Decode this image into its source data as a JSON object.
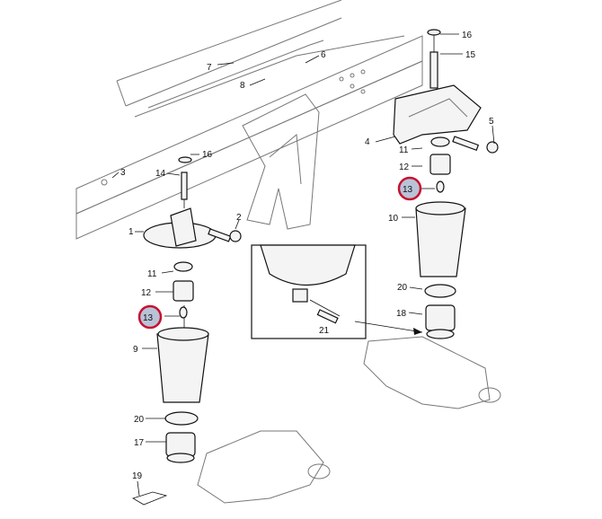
{
  "diagram": {
    "callouts": [
      {
        "id": "c1",
        "text": "1"
      },
      {
        "id": "c2",
        "text": "2"
      },
      {
        "id": "c3",
        "text": "3"
      },
      {
        "id": "c4",
        "text": "4"
      },
      {
        "id": "c5",
        "text": "5"
      },
      {
        "id": "c6",
        "text": "6"
      },
      {
        "id": "c7",
        "text": "7"
      },
      {
        "id": "c8",
        "text": "8"
      },
      {
        "id": "c9",
        "text": "9"
      },
      {
        "id": "c10",
        "text": "10"
      },
      {
        "id": "c11a",
        "text": "11"
      },
      {
        "id": "c11b",
        "text": "11"
      },
      {
        "id": "c12a",
        "text": "12"
      },
      {
        "id": "c12b",
        "text": "12"
      },
      {
        "id": "c13a",
        "text": "13"
      },
      {
        "id": "c13b",
        "text": "13"
      },
      {
        "id": "c14",
        "text": "14"
      },
      {
        "id": "c15",
        "text": "15"
      },
      {
        "id": "c16a",
        "text": "16"
      },
      {
        "id": "c16b",
        "text": "16"
      },
      {
        "id": "c17",
        "text": "17"
      },
      {
        "id": "c18",
        "text": "18"
      },
      {
        "id": "c19",
        "text": "19"
      },
      {
        "id": "c20a",
        "text": "20"
      },
      {
        "id": "c20b",
        "text": "20"
      },
      {
        "id": "c21",
        "text": "21"
      }
    ],
    "highlight_color": "#c8102e",
    "highlight_fill": "#b9c3d8"
  }
}
